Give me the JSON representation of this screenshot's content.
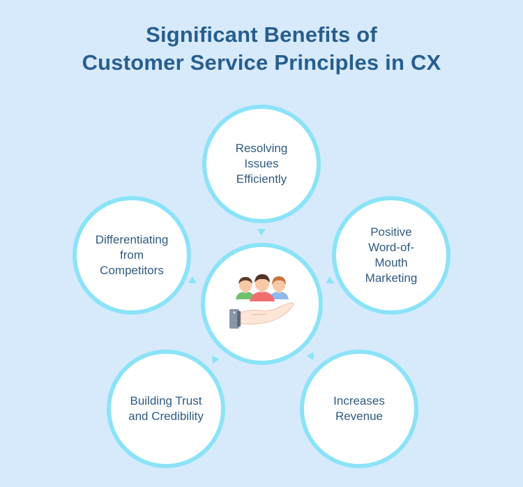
{
  "title": {
    "line1": "Significant Benefits of",
    "line2": "Customer Service Principles in CX"
  },
  "benefits": [
    "Resolving\nIssues\nEfficiently",
    "Positive\nWord-of-\nMouth\nMarketing",
    "Increases\nRevenue",
    "Building Trust\nand Credibility",
    "Differentiating\nfrom\nCompetitors"
  ],
  "colors": {
    "background": "#d7eafc",
    "title": "#275e8f",
    "circle_border": "#8be3f8",
    "label_text": "#2f5a83"
  },
  "icons": {
    "center": "customers-on-hand-icon"
  }
}
